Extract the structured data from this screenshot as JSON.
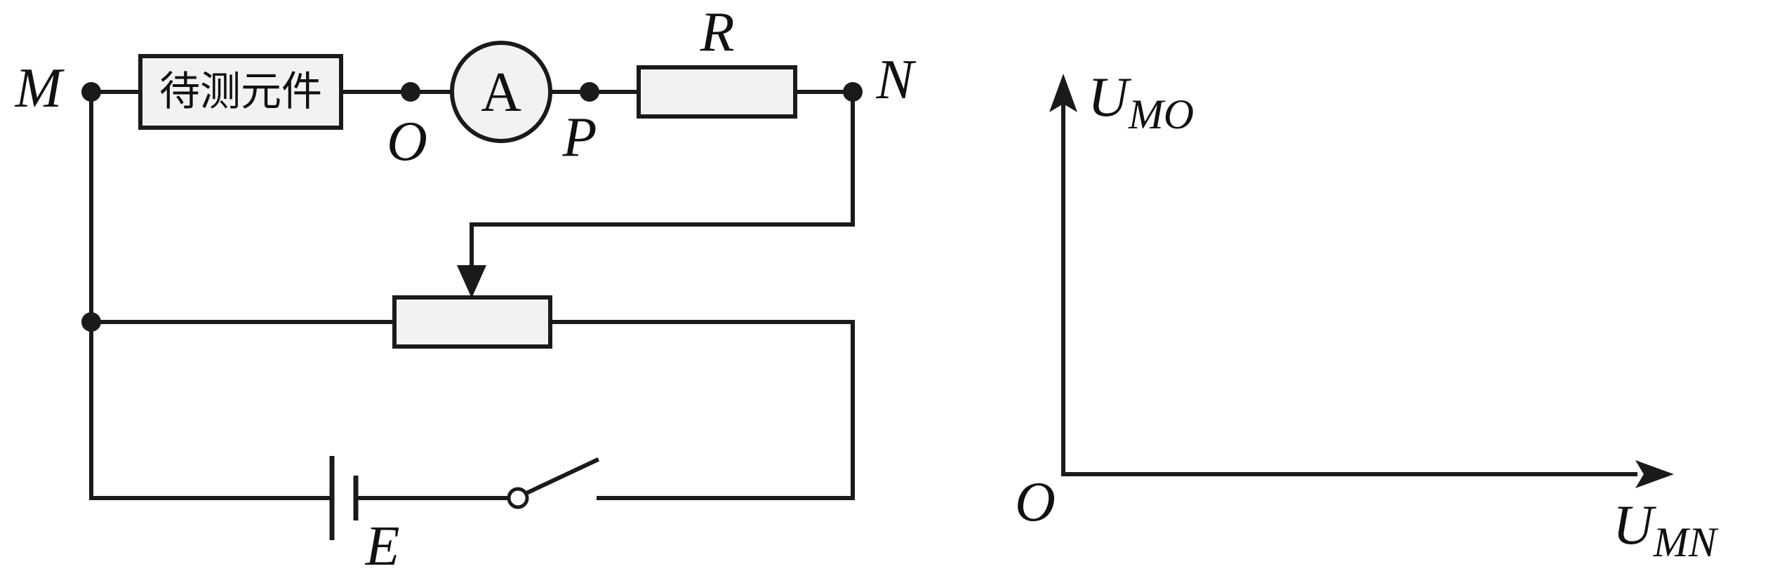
{
  "circuit": {
    "node_labels": {
      "M": "M",
      "O": "O",
      "P": "P",
      "N": "N"
    },
    "component_under_test": "待测元件",
    "ammeter": "A",
    "resistor": "R",
    "battery": "E"
  },
  "graph": {
    "y_axis": {
      "main": "U",
      "sub": "MO"
    },
    "x_axis": {
      "main": "U",
      "sub": "MN"
    },
    "origin": "O"
  }
}
